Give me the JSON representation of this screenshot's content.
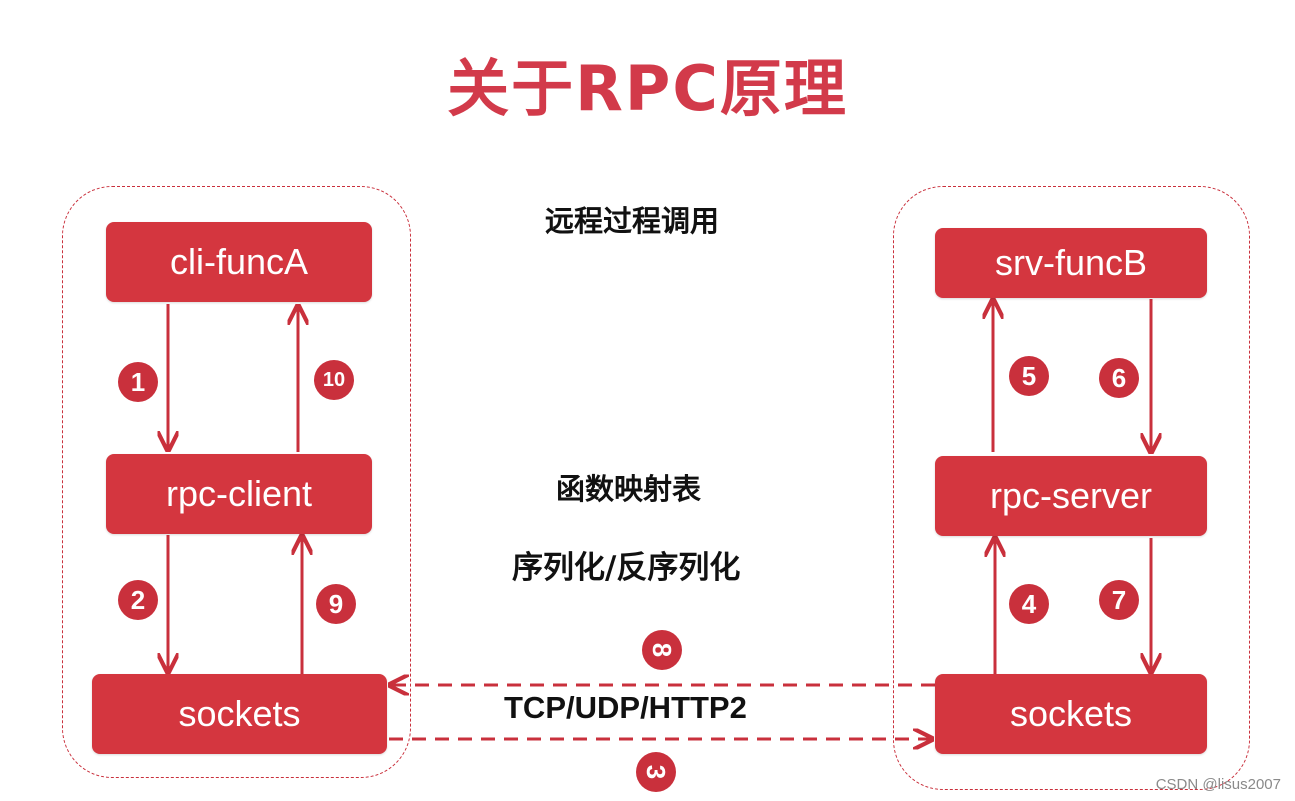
{
  "title": "关于RPC原理",
  "labels": {
    "remote_call": "远程过程调用",
    "func_map": "函数映射表",
    "serialize": "序列化/反序列化",
    "protocol": "TCP/UDP/HTTP2"
  },
  "client": {
    "func": "cli-funcA",
    "rpc": "rpc-client",
    "sockets": "sockets"
  },
  "server": {
    "func": "srv-funcB",
    "rpc": "rpc-server",
    "sockets": "sockets"
  },
  "steps": [
    "1",
    "2",
    "3",
    "4",
    "5",
    "6",
    "7",
    "8",
    "9",
    "10"
  ],
  "colors": {
    "accent": "#d4363f",
    "title": "#d23a4a"
  },
  "watermark": "CSDN @lisus2007"
}
